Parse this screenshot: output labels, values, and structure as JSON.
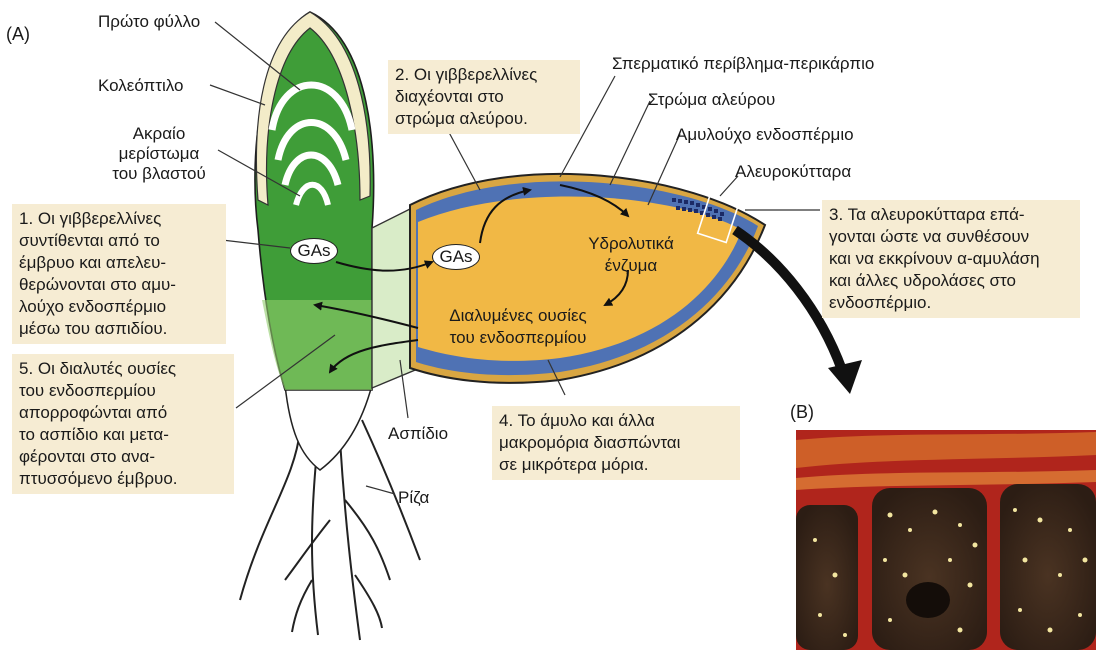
{
  "panels": {
    "a": "(A)",
    "b": "(B)"
  },
  "seedling_labels": {
    "first_leaf": "Πρώτο φύλλο",
    "coleoptile": "Κολεόπτιλο",
    "apical_meristem": [
      "Ακραίο",
      "μερίστωμα",
      "του βλαστού"
    ],
    "scutellum": "Ασπίδιο",
    "root": "Ρίζα"
  },
  "seed_labels": {
    "seed_coat": "Σπερματικό περίβλημα-περικάρπιο",
    "aleurone_layer": "Στρώμα αλεύρου",
    "starchy_endosperm": "Αμυλούχο ενδοσπέρμιο",
    "aleurone_cells": "Αλευροκύτταρα"
  },
  "markers": {
    "gas_embryo": "GAs",
    "gas_seed": "GAs"
  },
  "inner_labels": {
    "hydrolytic_enzymes": [
      "Υδρολυτικά",
      "ένζυμα"
    ],
    "dissolved_substances": [
      "Διαλυμένες ουσίες",
      "του ενδοσπερμίου"
    ]
  },
  "steps": {
    "step1": [
      "1. Οι γιββερελλίνες",
      "συντίθενται από το",
      "έμβρυο και απελευ-",
      "θερώνονται στο αμυ-",
      "λούχο ενδοσπέρμιο",
      "μέσω του ασπιδίου."
    ],
    "step2": [
      "2. Οι γιββερελλίνες",
      "διαχέονται στο",
      "στρώμα αλεύρου."
    ],
    "step3": [
      "3. Τα αλευροκύτταρα επά-",
      "γονται ώστε να συνθέσουν",
      "και να εκκρίνουν α-αμυλάση",
      "και άλλες υδρολάσες στο",
      "ενδοσπέρμιο."
    ],
    "step4": [
      "4. Το άμυλο και άλλα",
      "μακρομόρια διασπώνται",
      "σε μικρότερα μόρια."
    ],
    "step5": [
      "5. Οι διαλυτές ουσίες",
      "του ενδοσπερμίου",
      "απορροφώνται από",
      "το ασπίδιο και μετα-",
      "φέρονται στο ανα-",
      "πτυσσόμενο έμβρυο."
    ]
  },
  "colors": {
    "embryo_green": "#3f9d38",
    "scutellum": "#d9ecc8",
    "endosperm": "#f1b845",
    "aleurone": "#4f72b4",
    "text_box": "#f6ecd3",
    "micrograph_red": "#b0251c"
  }
}
